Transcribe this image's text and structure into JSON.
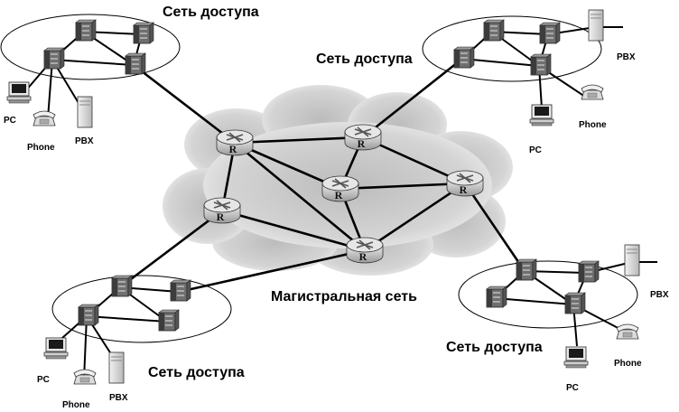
{
  "labels": {
    "access_net_1": "Сеть доступа",
    "access_net_2": "Сеть доступа",
    "access_net_3": "Сеть доступа",
    "access_net_4": "Сеть доступа",
    "backbone": "Магистральная сеть",
    "pc": "PC",
    "phone": "Phone",
    "pbx": "PBX",
    "router_letter": "R"
  },
  "colors": {
    "cloud_fill": "#d0d0d0",
    "cloud_edge": "#ececec",
    "router_fill": "#bdbdbd",
    "switch_fill": "#6a6a6a",
    "line": "#000000"
  },
  "icons": [
    "router-icon",
    "switch-icon",
    "pc-icon",
    "phone-icon",
    "pbx-icon",
    "cloud-icon"
  ]
}
